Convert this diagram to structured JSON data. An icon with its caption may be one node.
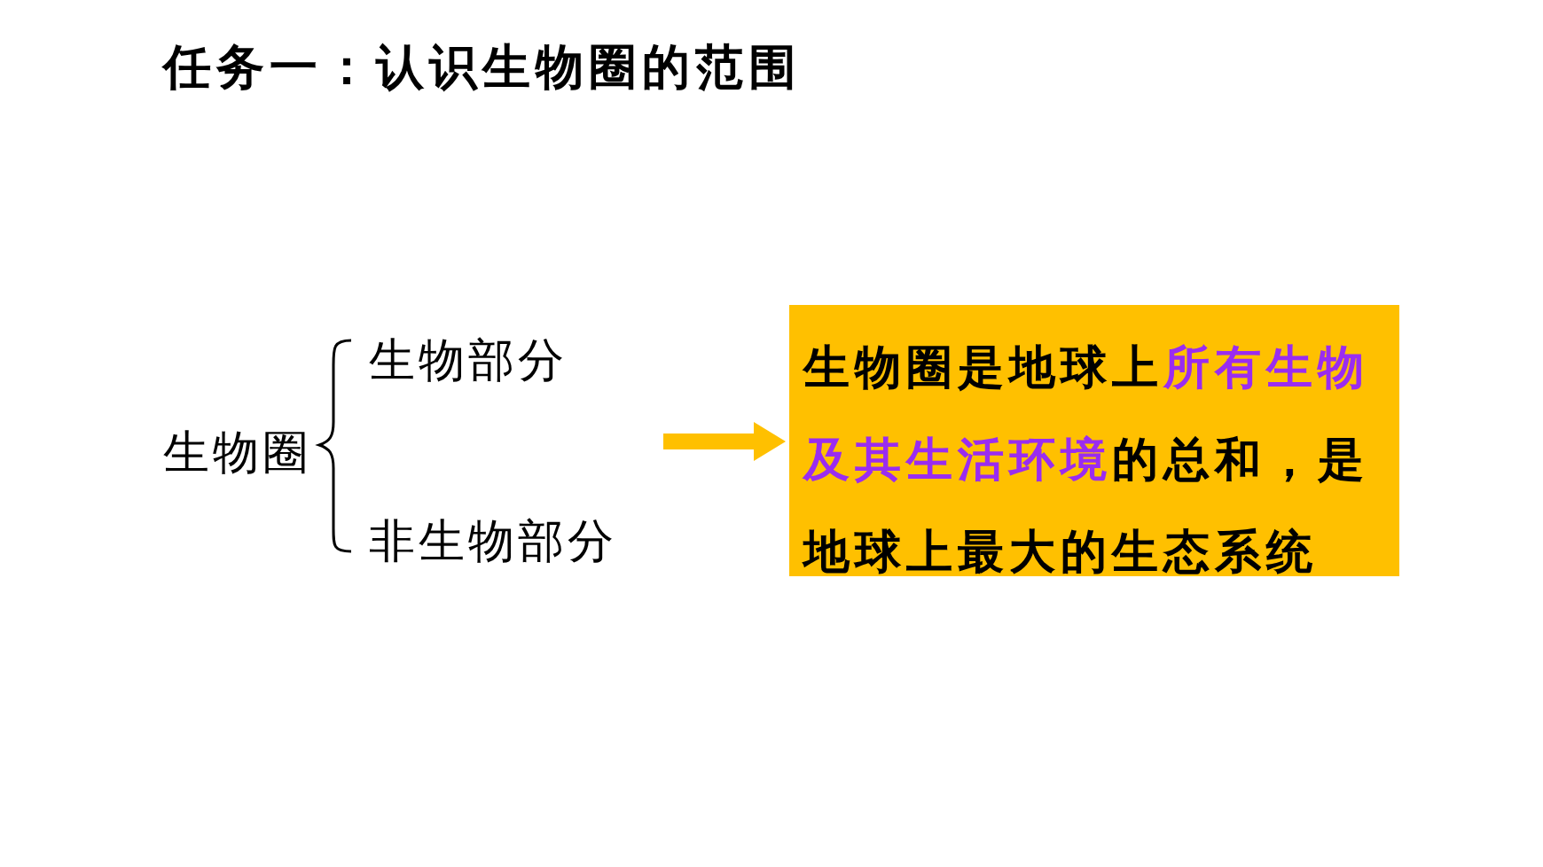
{
  "diagram": {
    "title": "任务一：认识生物圈的范围",
    "nodes": [
      {
        "text": [
          "生物圈"
        ]
      },
      {
        "text": [
          "生物部分"
        ]
      },
      {
        "text": [
          "非生物部分"
        ]
      },
      {
        "text": [
          "生物圈是地球上",
          "所有生物及其生活环境",
          "的总和，是地球上最大的生态系统"
        ]
      }
    ],
    "edges": [
      {
        "from": null,
        "to": 3,
        "arrow": "to",
        "color": "#ffc000"
      }
    ]
  }
}
